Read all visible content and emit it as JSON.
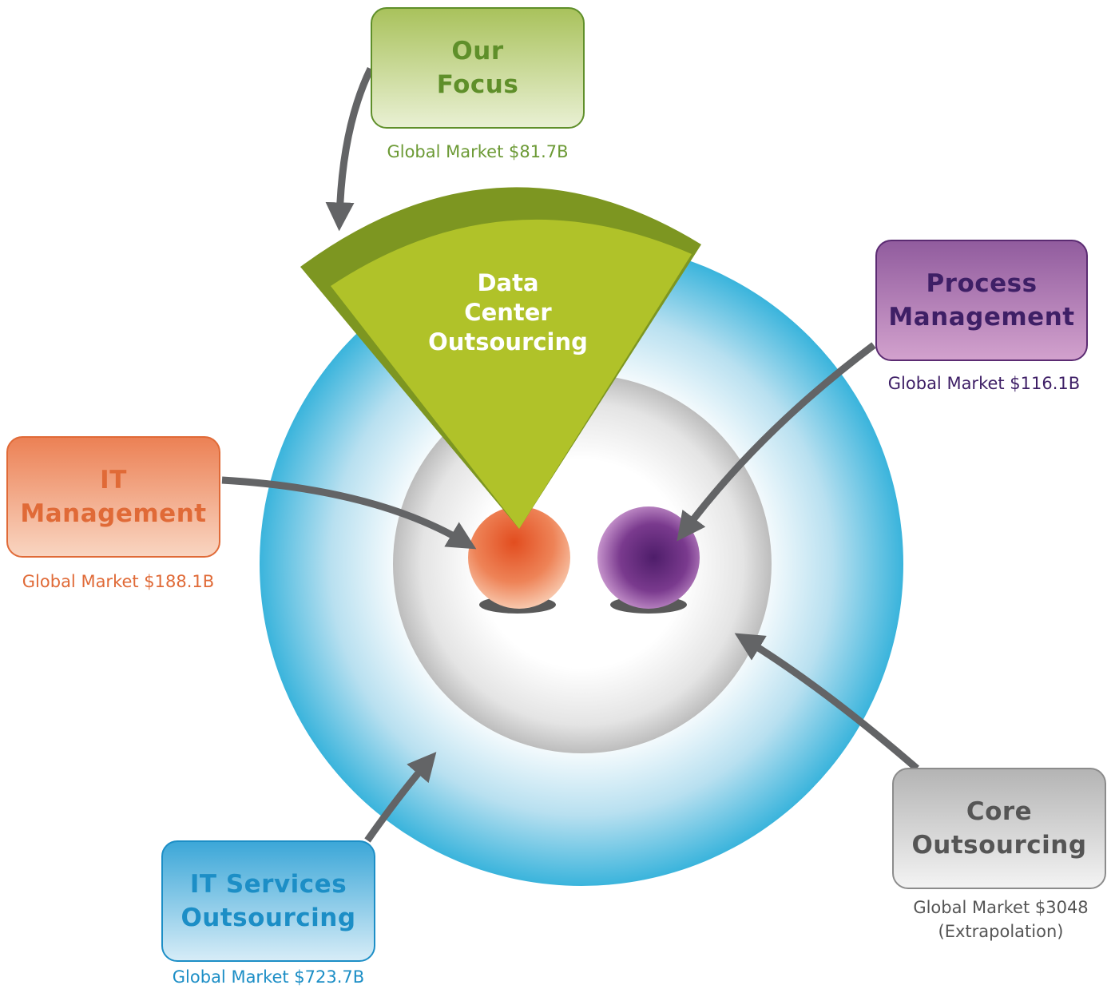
{
  "focus_box": {
    "line1": "Our",
    "line2": "Focus",
    "caption": "Global Market $81.7B"
  },
  "process_box": {
    "line1": "Process",
    "line2": "Management",
    "caption": "Global Market $116.1B"
  },
  "it_management_box": {
    "line1": "IT",
    "line2": "Management",
    "caption": "Global Market $188.1B"
  },
  "it_services_box": {
    "line1": "IT Services",
    "line2": "Outsourcing",
    "caption": "Global Market $723.7B"
  },
  "core_box": {
    "line1": "Core",
    "line2": "Outsourcing",
    "caption_line1": "Global Market $3048",
    "caption_line2": "(Extrapolation)"
  },
  "wedge": {
    "line1": "Data",
    "line2": "Center",
    "line3": "Outsourcing"
  },
  "colors": {
    "focus_green": "#5f8f2a",
    "wedge_green": "#b0c229",
    "process_purple": "#5b2b72",
    "it_orange": "#e06a37",
    "it_services_blue": "#1c8ec6",
    "core_gray": "#8c8c8c",
    "arrow_gray": "#636466"
  }
}
